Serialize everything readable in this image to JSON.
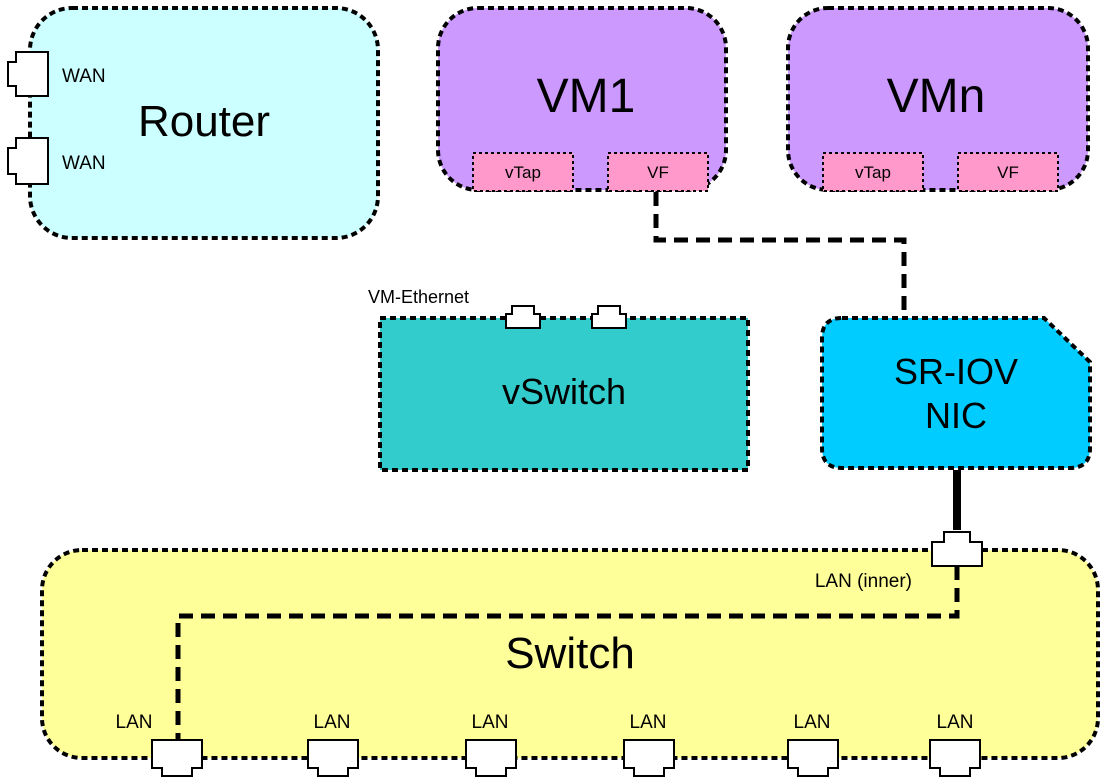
{
  "colors": {
    "router": "#ccffff",
    "vm": "#cc99ff",
    "port_tag": "#ff99cc",
    "vswitch": "#33cccc",
    "nic": "#00ccff",
    "switch": "#ffff99"
  },
  "router": {
    "title": "Router",
    "ports": [
      {
        "label": "WAN",
        "icon": "ethernet-port-icon"
      },
      {
        "label": "WAN",
        "icon": "ethernet-port-icon"
      }
    ]
  },
  "vms": [
    {
      "title": "VM1",
      "ports": [
        "vTap",
        "VF"
      ]
    },
    {
      "title": "VMn",
      "ports": [
        "vTap",
        "VF"
      ]
    }
  ],
  "vswitch": {
    "title": "vSwitch",
    "port_label": "VM-Ethernet",
    "port_icons": [
      "ethernet-port-icon",
      "ethernet-port-icon"
    ]
  },
  "nic": {
    "title_line1": "SR-IOV",
    "title_line2": "NIC"
  },
  "switch": {
    "title": "Switch",
    "inner_port_label": "LAN (inner)",
    "ports": [
      "LAN",
      "LAN",
      "LAN",
      "LAN",
      "LAN",
      "LAN"
    ]
  }
}
